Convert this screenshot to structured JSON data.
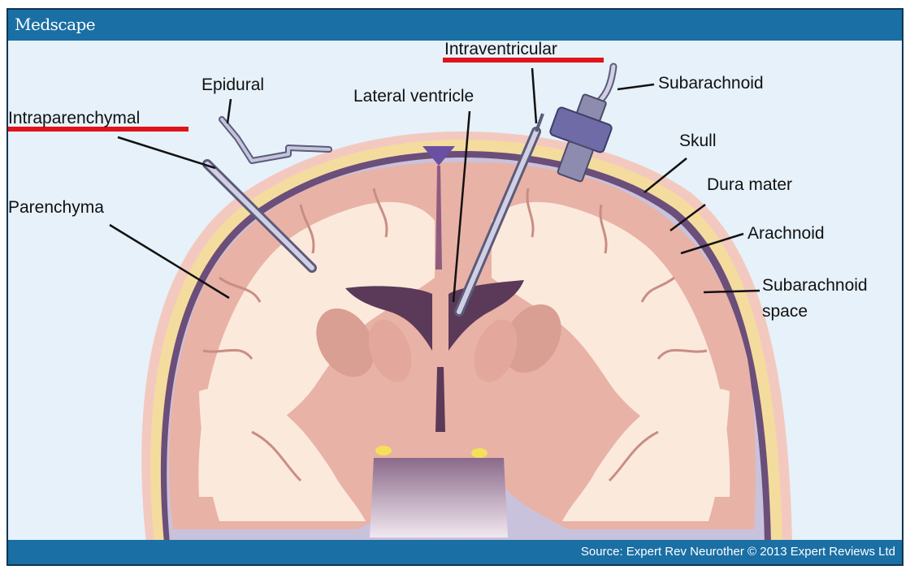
{
  "header": {
    "logo": "Medscape"
  },
  "footer": {
    "source": "Source: Expert Rev Neurother © 2013 Expert Reviews Ltd"
  },
  "labels": {
    "intraventricular": "Intraventricular",
    "epidural": "Epidural",
    "lateral_ventricle": "Lateral ventricle",
    "subarachnoid": "Subarachnoid",
    "intraparenchymal": "Intraparenchymal",
    "skull": "Skull",
    "dura_mater": "Dura mater",
    "parenchyma": "Parenchyma",
    "arachnoid": "Arachnoid",
    "subarachnoid_space_line1": "Subarachnoid",
    "subarachnoid_space_line2": "space"
  },
  "colors": {
    "header_blue": "#1a6fa4",
    "background": "#e6f1fa",
    "brain_pink": "#e9b2a6",
    "white_matter": "#fbe9dc",
    "ventricle": "#5a3a58",
    "skull_yellow": "#f4dc9e",
    "underline_red": "#e0131a"
  }
}
